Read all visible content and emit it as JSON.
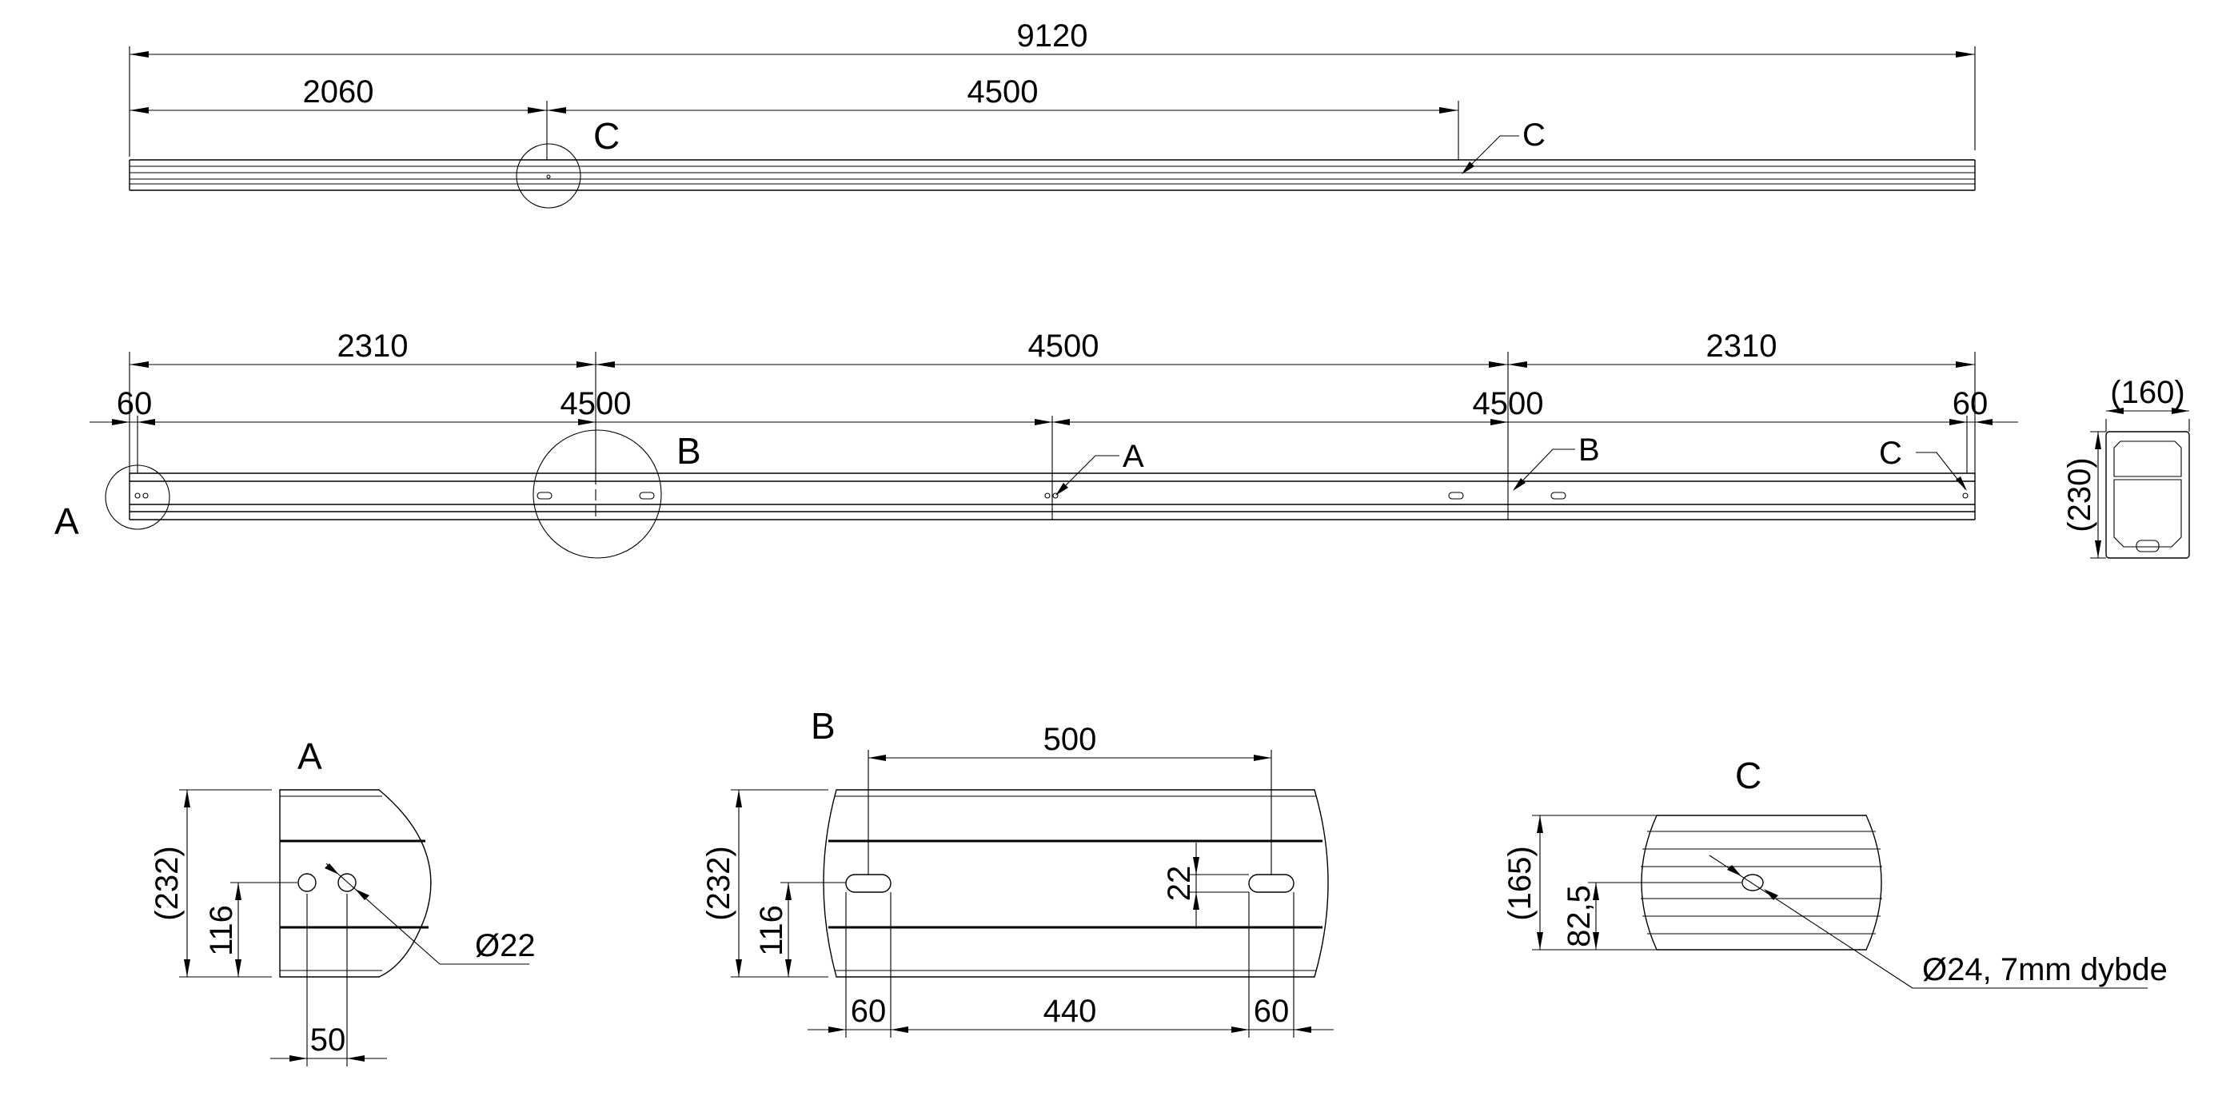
{
  "top_view": {
    "dim_total": "9120",
    "dim_left": "2060",
    "dim_mid": "4500",
    "label_c_big": "C",
    "label_c_leader": "C"
  },
  "front_view": {
    "dim_2310_left": "2310",
    "dim_4500_top": "4500",
    "dim_2310_right": "2310",
    "dim_60_left": "60",
    "dim_4500_a": "4500",
    "dim_4500_b": "4500",
    "dim_60_right": "60",
    "label_a_big": "A",
    "label_b_big": "B",
    "label_a_leader": "A",
    "label_b_leader": "B",
    "label_c_leader": "C"
  },
  "section": {
    "width": "(160)",
    "height": "(230)"
  },
  "detail_a": {
    "title": "A",
    "height": "(232)",
    "hole_height": "116",
    "spacing": "50",
    "diameter": "Ø22"
  },
  "detail_b": {
    "title": "B",
    "height": "(232)",
    "hole_height": "116",
    "slot_spacing": "500",
    "slot_height": "22",
    "edge_left": "60",
    "middle": "440",
    "edge_right": "60"
  },
  "detail_c": {
    "title": "C",
    "height": "(165)",
    "hole_height": "82,5",
    "note": "Ø24, 7mm dybde"
  }
}
